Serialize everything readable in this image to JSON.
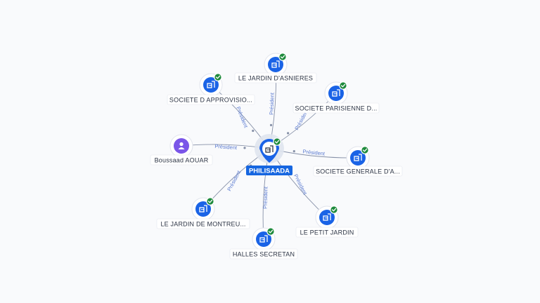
{
  "center": {
    "label": "PHILISAADA",
    "icon": "building-icon",
    "verified": true
  },
  "edge_label": "Président",
  "nodes": [
    {
      "id": "asnieres",
      "label": "LE JARDIN D'ASNIERES",
      "kind": "company",
      "icon": "building-icon",
      "verified": true
    },
    {
      "id": "parisienne",
      "label": "SOCIETE PARISIENNE D...",
      "kind": "company",
      "icon": "building-icon",
      "verified": true
    },
    {
      "id": "generale",
      "label": "SOCIETE GENERALE D'A...",
      "kind": "company",
      "icon": "building-icon",
      "verified": true
    },
    {
      "id": "petit",
      "label": "LE PETIT JARDIN",
      "kind": "company",
      "icon": "building-icon",
      "verified": true
    },
    {
      "id": "secretan",
      "label": "HALLES SECRETAN",
      "kind": "company",
      "icon": "building-icon",
      "verified": true
    },
    {
      "id": "montreuil",
      "label": "LE JARDIN DE MONTREU...",
      "kind": "company",
      "icon": "building-icon",
      "verified": true
    },
    {
      "id": "aouar",
      "label": "Boussaad AOUAR",
      "kind": "person",
      "icon": "person-icon",
      "verified": false
    },
    {
      "id": "appro",
      "label": "SOCIETE D APPROVISIO...",
      "kind": "company",
      "icon": "building-icon",
      "verified": true
    }
  ],
  "colors": {
    "company": "#1a63e6",
    "person": "#7a55e8",
    "verified": "#1e8a3c",
    "center_label_bg": "#1666e0",
    "edge": "#8791a8",
    "edge_text": "#5a7ad0"
  }
}
